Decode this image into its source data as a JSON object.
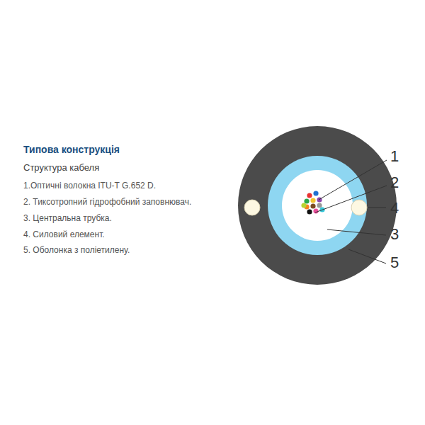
{
  "diagram": {
    "title": "Типова конструкція",
    "labels": [
      "Структура кабеля",
      "1.Оптичні волокна ITU-T G.652 D.",
      "2. Тиксотропний гідрофобний заповнювач.",
      "3. Центральна трубка.",
      "4. Силовий елемент.",
      "5. Оболонка з поліетилену.",
      "1",
      "2",
      "4",
      "3",
      "5"
    ]
  }
}
